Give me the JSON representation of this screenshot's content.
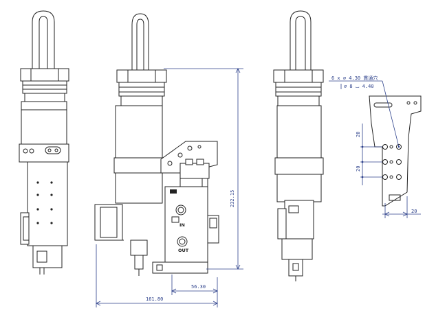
{
  "labels": {
    "port_in": "IN",
    "port_out": "OUT"
  },
  "dimensions": {
    "height": "232.15",
    "width": "161.80",
    "offset": "56.30",
    "hole_note_line1": "6 x ⌀ 4.30 貫通穴",
    "hole_note_line2": "⌀ 8 ⌴ 4.40",
    "pitch_top": "20",
    "pitch_mid": "20",
    "bracket_width": "20"
  },
  "colors": {
    "line": "#222222",
    "dimension": "#2b3f8a",
    "background": "#ffffff"
  }
}
